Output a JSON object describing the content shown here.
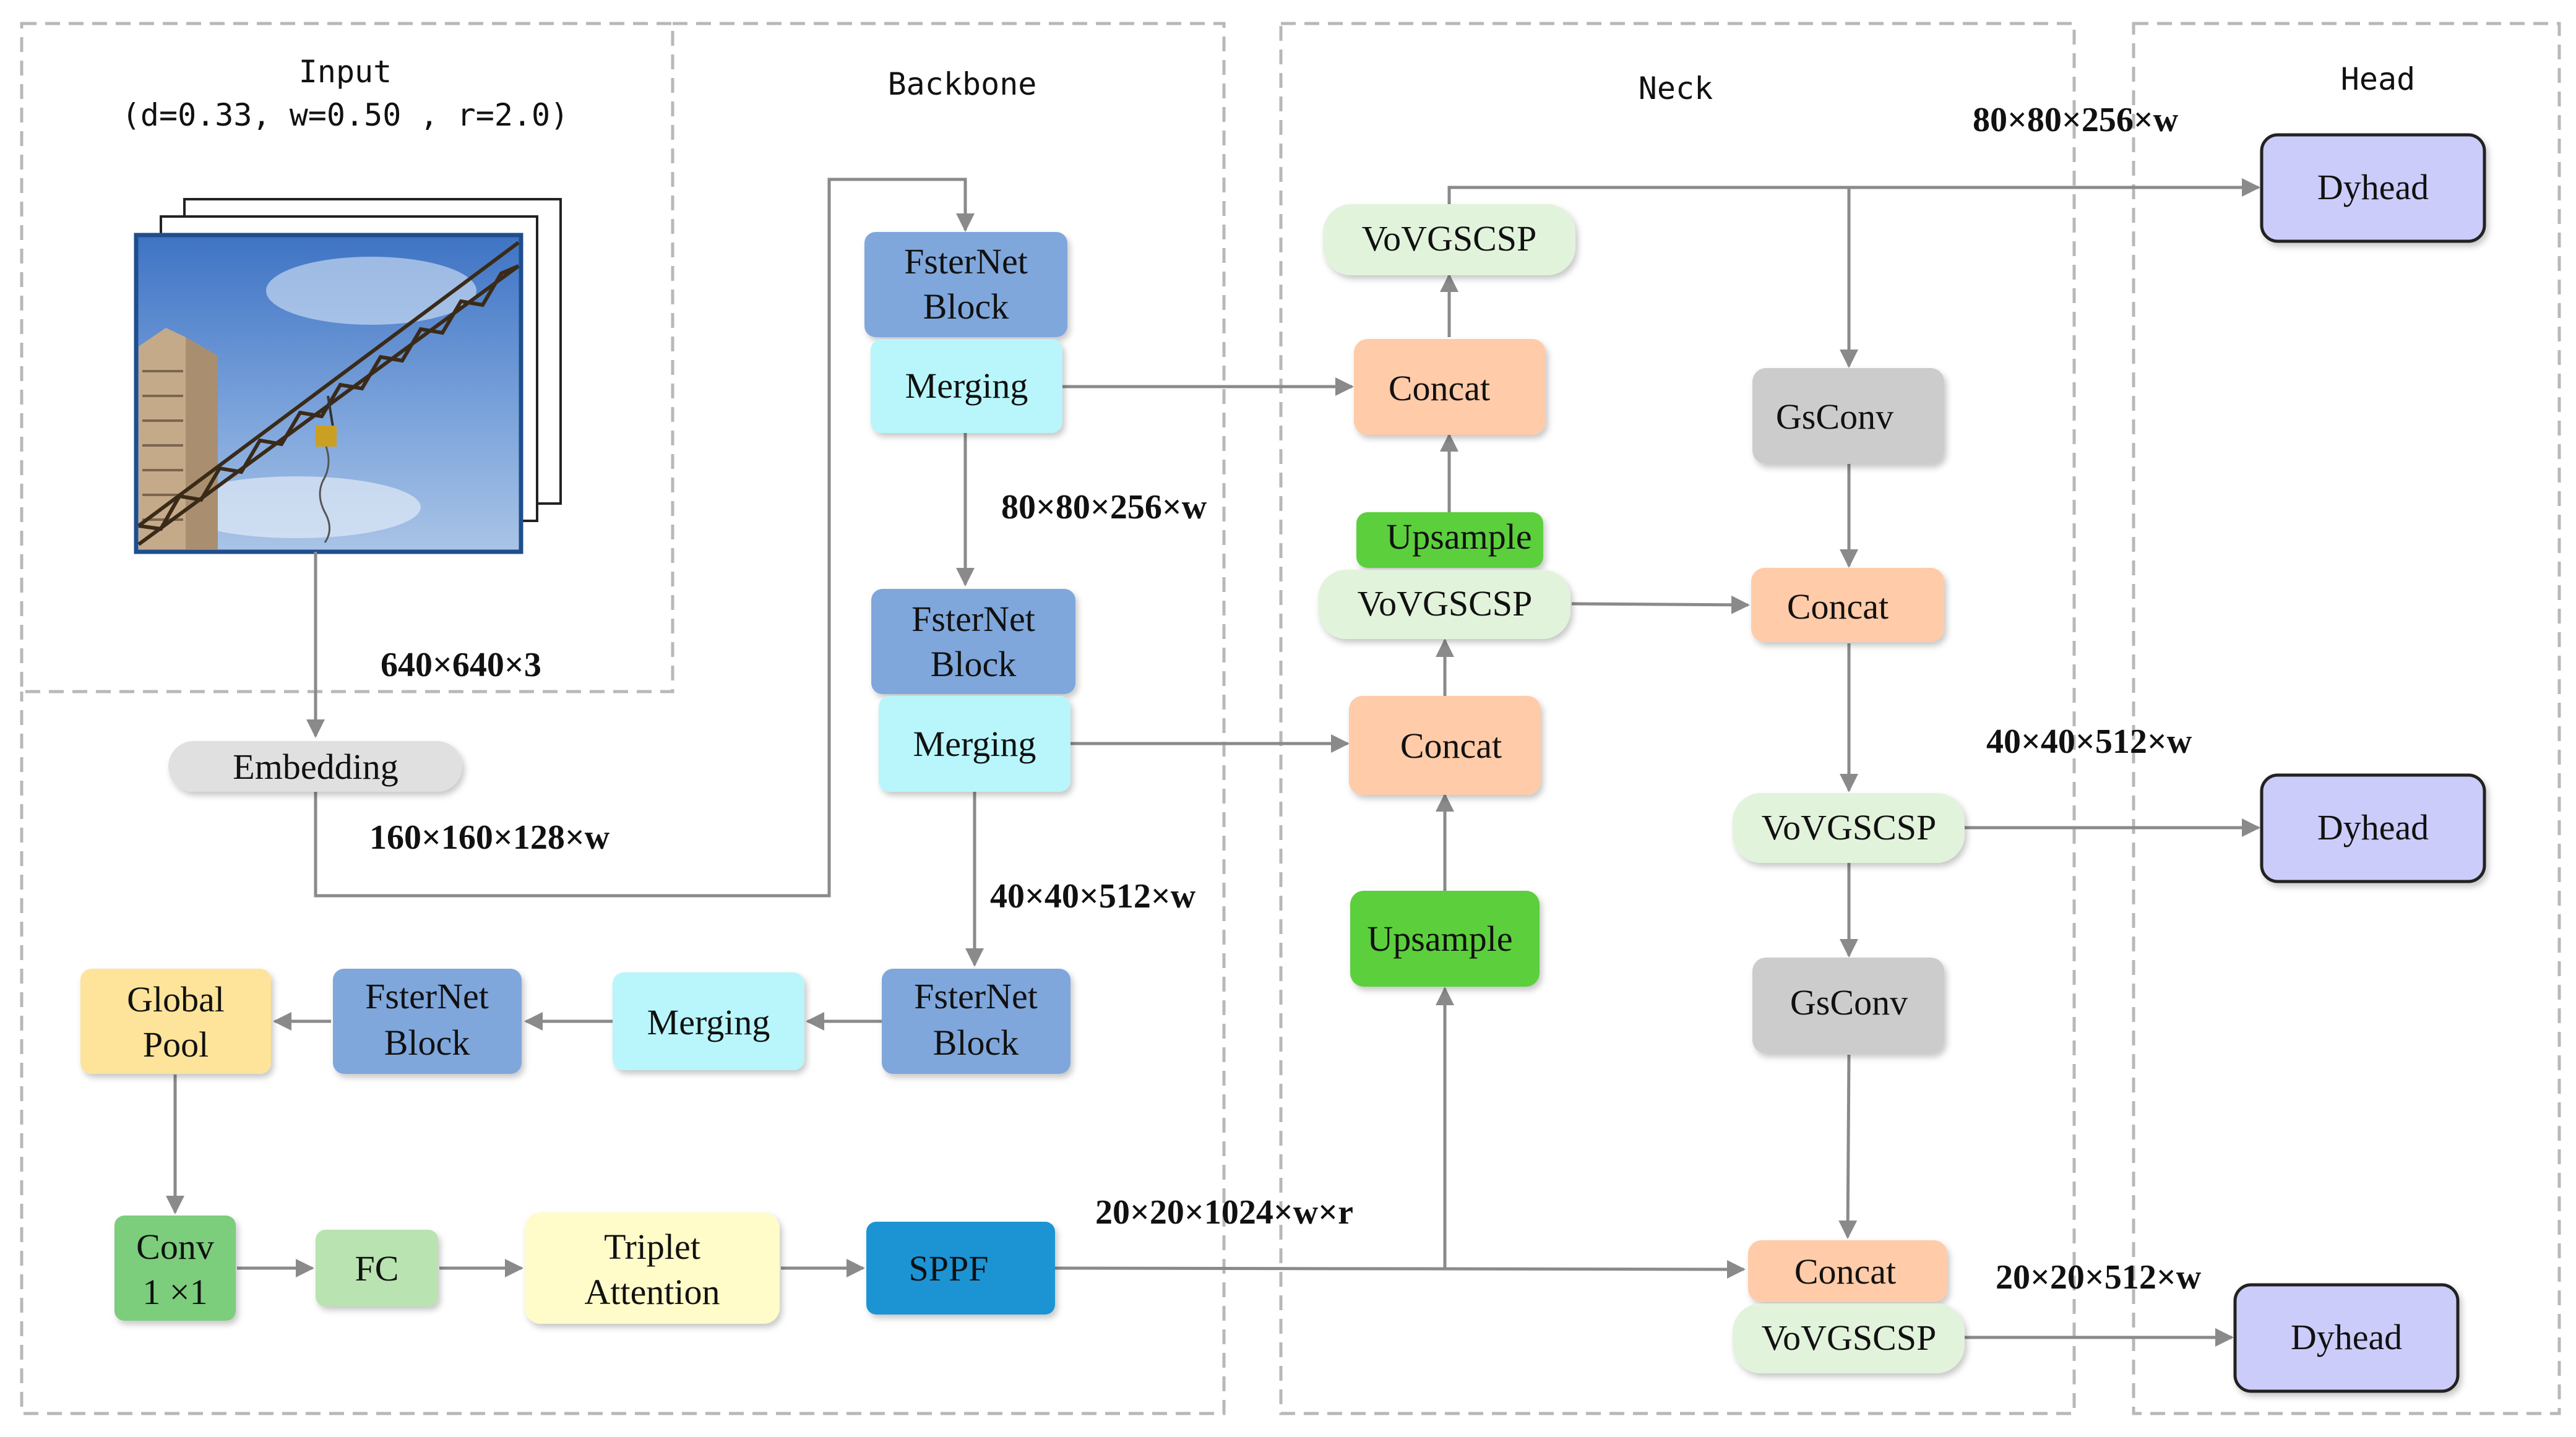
{
  "sections": {
    "input": "Input",
    "input_params": "(d=0.33, w=0.50 , r=2.0)",
    "backbone": "Backbone",
    "neck": "Neck",
    "head": "Head"
  },
  "nodes": {
    "embedding": "Embedding",
    "fster1_a": "FsterNet",
    "fster1_b": "Block",
    "merging1": "Merging",
    "fster2_a": "FsterNet",
    "fster2_b": "Block",
    "merging2": "Merging",
    "fster3_a": "FsterNet",
    "fster3_b": "Block",
    "merging3": "Merging",
    "fster4_a": "FsterNet",
    "fster4_b": "Block",
    "globalpool_a": "Global",
    "globalpool_b": "Pool",
    "conv_a": "Conv",
    "conv_b": "1 ×1",
    "fc": "FC",
    "triplet_a": "Triplet",
    "triplet_b": "Attention",
    "sppf": "SPPF",
    "vov_top": "VoVGSCSP",
    "concat_top": "Concat",
    "upsample_small": "Upsample",
    "vov_mid": "VoVGSCSP",
    "concat_mid": "Concat",
    "upsample_big": "Upsample",
    "gsconv1": "GsConv",
    "concat_r1": "Concat",
    "vov_r1": "VoVGSCSP",
    "gsconv2": "GsConv",
    "concat_r2": "Concat",
    "vov_r2": "VoVGSCSP",
    "dyhead1": "Dyhead",
    "dyhead2": "Dyhead",
    "dyhead3": "Dyhead"
  },
  "dims": {
    "input_size": "640×640×3",
    "embed_out": "160×160×128×w",
    "stage1": "80×80×256×w",
    "stage2": "40×40×512×w",
    "sppf_out": "20×20×1024×w×r",
    "head_top": "80×80×256×w",
    "head_mid": "40×40×512×w",
    "head_bot": "20×20×512×w"
  },
  "colors": {
    "fsternet": "#7fa7dc",
    "merging": "#b8f6fb",
    "embedding": "#e0e0e0",
    "globalpool": "#fde49a",
    "conv": "#7ccd7c",
    "fc": "#b9e3b0",
    "triplet": "#fffcc9",
    "sppf": "#1c94d4",
    "concat": "#ffcba8",
    "vovgscsp": "#e2f3dc",
    "upsample": "#5ccf3c",
    "gsconv": "#cccccc",
    "dyhead": "#ccccfb",
    "arrow": "#8a8a8a",
    "dashed": "#b8b8b8"
  },
  "image": {
    "description_icon": "crane-photo-icon"
  }
}
